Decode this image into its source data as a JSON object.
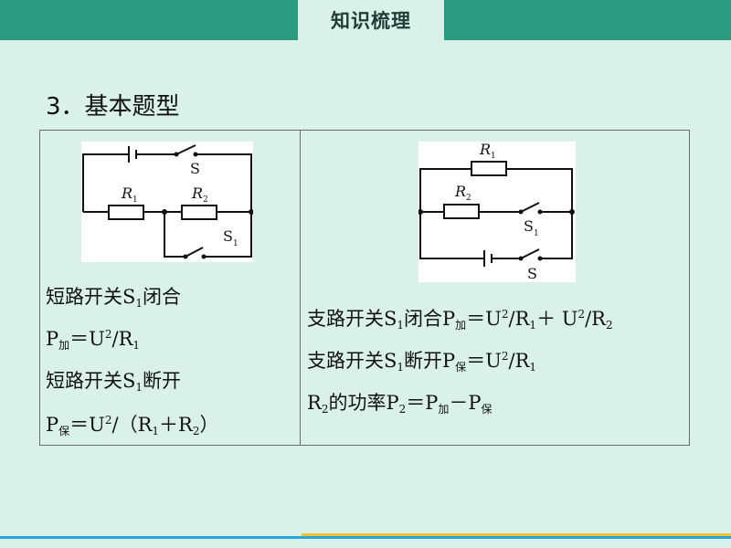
{
  "header": {
    "badge_title": "知识梳理"
  },
  "heading": "3．基本题型",
  "left": {
    "diagram": {
      "labels": {
        "R1": "R",
        "R1_sub": "1",
        "R2": "R",
        "R2_sub": "2",
        "S": "S",
        "S1": "S",
        "S1_sub": "1"
      }
    },
    "line1": {
      "prefix": "短路开关S",
      "sub": "1",
      "suffix": "闭合"
    },
    "line2": {
      "p": "P",
      "p_sub": "加",
      "eq": "＝U",
      "sup": "2",
      "rest": "/R",
      "r_sub": "1"
    },
    "line3": {
      "prefix": "短路开关S",
      "sub": "1",
      "suffix": "断开"
    },
    "line4": {
      "p": "P",
      "p_sub": "保",
      "eq": "＝U",
      "sup": "2",
      "rest": "/（R",
      "r1_sub": "1",
      "plus": "＋R",
      "r2_sub": "2",
      "close": "）"
    }
  },
  "right": {
    "diagram": {
      "labels": {
        "R1": "R",
        "R1_sub": "1",
        "R2": "R",
        "R2_sub": "2",
        "S": "S",
        "S1": "S",
        "S1_sub": "1"
      }
    },
    "line1": {
      "prefix": "支路开关S",
      "s_sub": "1",
      "mid": "闭合P",
      "p_sub": "加",
      "eq": "＝U",
      "sup1": "2",
      "r1": "/R",
      "r1_sub": "1",
      "plus": "＋ U",
      "sup2": "2",
      "r2": "/R",
      "r2_sub": "2"
    },
    "line2": {
      "prefix": "支路开关S",
      "s_sub": "1",
      "mid": "断开P",
      "p_sub": "保",
      "eq": "＝U",
      "sup": "2",
      "r": "/R",
      "r_sub": "1"
    },
    "line3": {
      "r": "R",
      "r_sub": "2",
      "mid": "的功率P",
      "p_sub": "2",
      "eq": "＝P",
      "jia": "加",
      "minus": "－P",
      "bao": "保"
    }
  }
}
